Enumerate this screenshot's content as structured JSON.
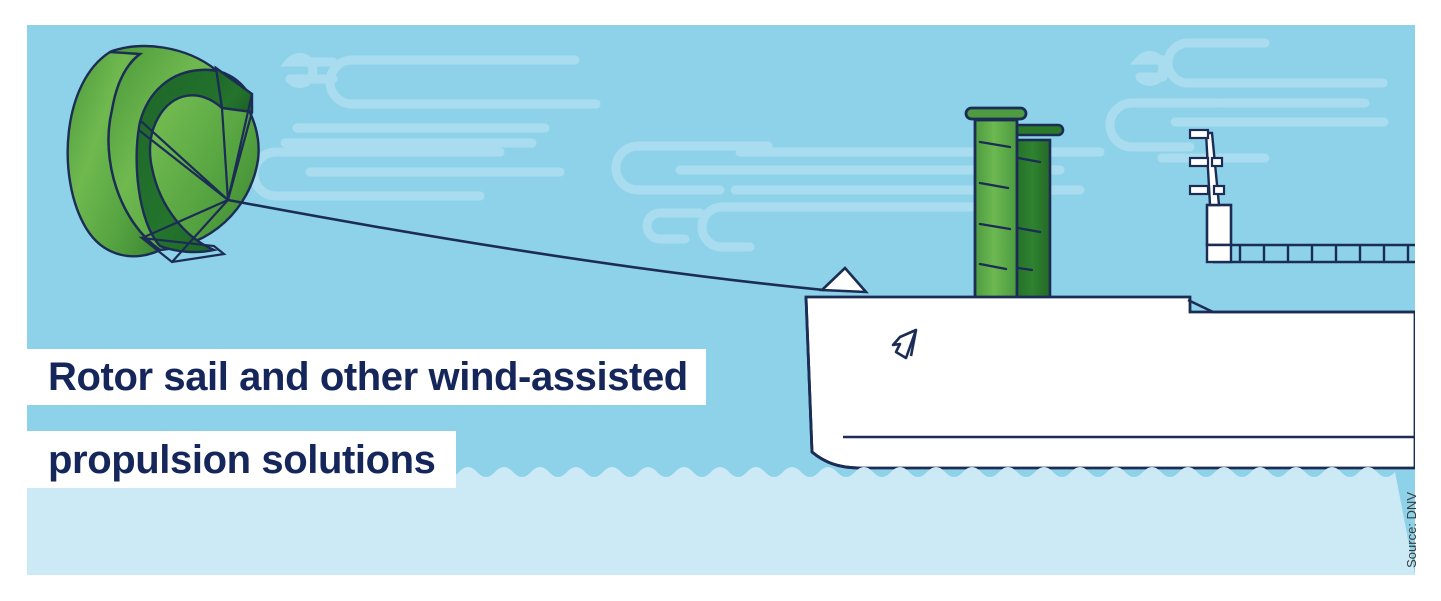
{
  "figure": {
    "title_line_1": "Rotor sail and other wind-assisted",
    "title_line_2": "propulsion solutions",
    "source": "Source: DNV"
  },
  "palette": {
    "sky": "#8ed2e9",
    "sea": "#cbeaf6",
    "wind_line": "#a9dcee",
    "outline": "#1b2c55",
    "hull_white": "#ffffff",
    "rotor_light_green": "#55a345",
    "rotor_light_green_2": "#6fb94f",
    "rotor_dark_green": "#2a7a2a",
    "kite_light_green": "#54a33f",
    "kite_light_green_2": "#7cc05a",
    "kite_dark_green": "#206b2a",
    "title_text": "#15265a",
    "source_text": "#3b3b3b",
    "page_background": "#ffffff"
  },
  "scene": {
    "name": "wind-assisted-propulsion-illustration",
    "elements": [
      {
        "id": "sky-panel",
        "label": "Sky background panel"
      },
      {
        "id": "sea-band",
        "label": "Sea with wavy top edge"
      },
      {
        "id": "kite-sail",
        "label": "Towing kite sail"
      },
      {
        "id": "kite-tether",
        "label": "Kite tether line to bow"
      },
      {
        "id": "wind-lines-left",
        "label": "Wind streak decoration, upper left"
      },
      {
        "id": "wind-lines-center",
        "label": "Wind streak decoration, center"
      },
      {
        "id": "wind-lines-right",
        "label": "Wind streak decoration, upper right"
      },
      {
        "id": "rotor-sail-front",
        "label": "Front rotor sail (Flettner rotor)"
      },
      {
        "id": "rotor-sail-rear",
        "label": "Rear rotor sail (Flettner rotor)"
      },
      {
        "id": "ship-hull",
        "label": "Ship hull"
      },
      {
        "id": "ship-bridge",
        "label": "Ship bridge superstructure"
      },
      {
        "id": "ship-mast",
        "label": "Ship mast with crossbars"
      },
      {
        "id": "deck-railing",
        "label": "Deck railing"
      },
      {
        "id": "anchor-emblem",
        "label": "Anchor emblem on bow"
      }
    ]
  }
}
